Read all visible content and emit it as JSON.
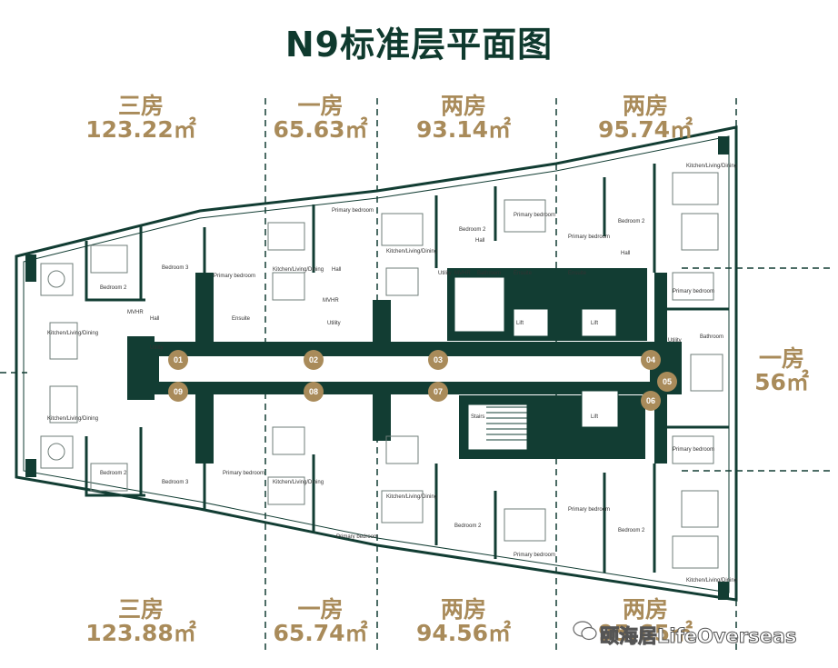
{
  "title": "N9标准层平面图",
  "units": [
    {
      "id": "top-1",
      "type": "三房",
      "area": "123.22㎡"
    },
    {
      "id": "top-2",
      "type": "一房",
      "area": "65.63㎡"
    },
    {
      "id": "top-3",
      "type": "两房",
      "area": "93.14㎡"
    },
    {
      "id": "top-4",
      "type": "两房",
      "area": "95.74㎡"
    },
    {
      "id": "right-1",
      "type": "一房",
      "area": "56㎡"
    },
    {
      "id": "bottom-1",
      "type": "三房",
      "area": "123.88㎡"
    },
    {
      "id": "bottom-2",
      "type": "一房",
      "area": "65.74㎡"
    },
    {
      "id": "bottom-3",
      "type": "两房",
      "area": "94.56㎡"
    },
    {
      "id": "bottom-4",
      "type": "两房",
      "area": "95.65㎡"
    }
  ],
  "unit_numbers": [
    "01",
    "02",
    "03",
    "04",
    "05",
    "06",
    "07",
    "08",
    "09"
  ],
  "room_labels": {
    "kitchen": "Kitchen/Living/Dining",
    "bedroom2": "Bedroom 2",
    "bedroom3": "Bedroom 3",
    "primary": "Primary bedroom",
    "utility": "Utility",
    "hall": "Hall",
    "ensuite": "Ensuite",
    "mvhr": "MVHR",
    "lift": "Lift",
    "stairs": "Stairs",
    "bathroom": "Bathroom"
  },
  "watermark": "颐海居LifeOverseas",
  "colors": {
    "core": "#123d33",
    "accent": "#a98b5a",
    "title": "#0f3a2e"
  }
}
